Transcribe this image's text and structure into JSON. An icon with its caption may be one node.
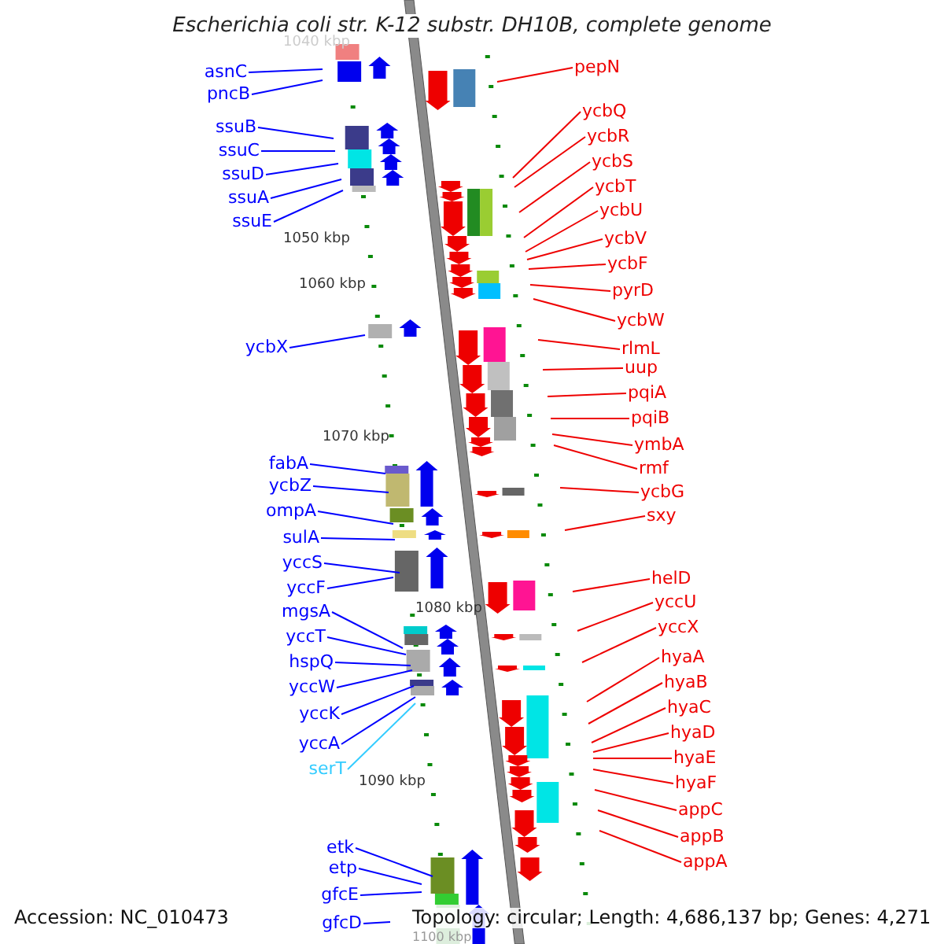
{
  "diagram": {
    "title": "Escherichia coli str. K-12 substr. DH10B, complete genome",
    "nodes": [
      {
        "text": [
          "asnC"
        ]
      },
      {
        "text": [
          "pncB"
        ]
      },
      {
        "text": [
          "ssuB"
        ]
      },
      {
        "text": [
          "ssuC"
        ]
      },
      {
        "text": [
          "ssuD"
        ]
      },
      {
        "text": [
          "ssuA"
        ]
      },
      {
        "text": [
          "ssuE"
        ]
      },
      {
        "text": [
          "ycbX"
        ]
      },
      {
        "text": [
          "fabA"
        ]
      },
      {
        "text": [
          "ycbZ"
        ]
      },
      {
        "text": [
          "ompA"
        ]
      },
      {
        "text": [
          "sulA"
        ]
      },
      {
        "text": [
          "yccS"
        ]
      },
      {
        "text": [
          "yccF"
        ]
      },
      {
        "text": [
          "mgsA"
        ]
      },
      {
        "text": [
          "yccT"
        ]
      },
      {
        "text": [
          "hspQ"
        ]
      },
      {
        "text": [
          "yccW"
        ]
      },
      {
        "text": [
          "yccK"
        ]
      },
      {
        "text": [
          "yccA"
        ]
      },
      {
        "text": [
          "serT"
        ]
      },
      {
        "text": [
          "etk"
        ]
      },
      {
        "text": [
          "etp"
        ]
      },
      {
        "text": [
          "gfcE"
        ]
      },
      {
        "text": [
          "gfcD"
        ]
      },
      {
        "text": [
          "pepN"
        ]
      },
      {
        "text": [
          "ycbQ"
        ]
      },
      {
        "text": [
          "ycbR"
        ]
      },
      {
        "text": [
          "ycbS"
        ]
      },
      {
        "text": [
          "ycbT"
        ]
      },
      {
        "text": [
          "ycbU"
        ]
      },
      {
        "text": [
          "ycbV"
        ]
      },
      {
        "text": [
          "ycbF"
        ]
      },
      {
        "text": [
          "pyrD"
        ]
      },
      {
        "text": [
          "ycbW"
        ]
      },
      {
        "text": [
          "rlmL"
        ]
      },
      {
        "text": [
          "uup"
        ]
      },
      {
        "text": [
          "pqiA"
        ]
      },
      {
        "text": [
          "pqiB"
        ]
      },
      {
        "text": [
          "ymbA"
        ]
      },
      {
        "text": [
          "rmf"
        ]
      },
      {
        "text": [
          "ycbG"
        ]
      },
      {
        "text": [
          "sxy"
        ]
      },
      {
        "text": [
          "helD"
        ]
      },
      {
        "text": [
          "yccU"
        ]
      },
      {
        "text": [
          "yccX"
        ]
      },
      {
        "text": [
          "hyaA"
        ]
      },
      {
        "text": [
          "hyaB"
        ]
      },
      {
        "text": [
          "hyaC"
        ]
      },
      {
        "text": [
          "hyaD"
        ]
      },
      {
        "text": [
          "hyaE"
        ]
      },
      {
        "text": [
          "hyaF"
        ]
      },
      {
        "text": [
          "appC"
        ]
      },
      {
        "text": [
          "appB"
        ]
      },
      {
        "text": [
          "appA"
        ]
      }
    ],
    "edges": [
      {
        "from": 0,
        "to": null,
        "arrow": "none",
        "color": "#0000ff"
      },
      {
        "from": 1,
        "to": null,
        "arrow": "none",
        "color": "#0000ff"
      },
      {
        "from": 2,
        "to": null,
        "arrow": "none",
        "color": "#0000ff"
      },
      {
        "from": 3,
        "to": null,
        "arrow": "none",
        "color": "#0000ff"
      },
      {
        "from": 4,
        "to": null,
        "arrow": "none",
        "color": "#0000ff"
      },
      {
        "from": 5,
        "to": null,
        "arrow": "none",
        "color": "#0000ff"
      },
      {
        "from": 6,
        "to": null,
        "arrow": "none",
        "color": "#0000ff"
      },
      {
        "from": 7,
        "to": null,
        "arrow": "none",
        "color": "#0000ff"
      },
      {
        "from": 8,
        "to": null,
        "arrow": "none",
        "color": "#0000ff"
      },
      {
        "from": 9,
        "to": null,
        "arrow": "none",
        "color": "#0000ff"
      },
      {
        "from": 10,
        "to": null,
        "arrow": "none",
        "color": "#0000ff"
      },
      {
        "from": 11,
        "to": null,
        "arrow": "none",
        "color": "#0000ff"
      },
      {
        "from": 12,
        "to": null,
        "arrow": "none",
        "color": "#0000ff"
      },
      {
        "from": 13,
        "to": null,
        "arrow": "none",
        "color": "#0000ff"
      },
      {
        "from": 14,
        "to": null,
        "arrow": "none",
        "color": "#0000ff"
      },
      {
        "from": 15,
        "to": null,
        "arrow": "none",
        "color": "#0000ff"
      },
      {
        "from": 16,
        "to": null,
        "arrow": "none",
        "color": "#0000ff"
      },
      {
        "from": 17,
        "to": null,
        "arrow": "none",
        "color": "#0000ff"
      },
      {
        "from": 18,
        "to": null,
        "arrow": "none",
        "color": "#0000ff"
      },
      {
        "from": 19,
        "to": null,
        "arrow": "none",
        "color": "#0000ff"
      },
      {
        "from": 20,
        "to": null,
        "arrow": "none",
        "color": "#33ccff"
      },
      {
        "from": 21,
        "to": null,
        "arrow": "none",
        "color": "#0000ff"
      },
      {
        "from": 22,
        "to": null,
        "arrow": "none",
        "color": "#0000ff"
      },
      {
        "from": 23,
        "to": null,
        "arrow": "none",
        "color": "#0000ff"
      },
      {
        "from": 24,
        "to": null,
        "arrow": "none",
        "color": "#0000ff"
      },
      {
        "from": 25,
        "to": null,
        "arrow": "none"
      },
      {
        "from": 26,
        "to": null,
        "arrow": "none"
      },
      {
        "from": 27,
        "to": null,
        "arrow": "none"
      },
      {
        "from": 28,
        "to": null,
        "arrow": "none"
      },
      {
        "from": 29,
        "to": null,
        "arrow": "none"
      },
      {
        "from": 30,
        "to": null,
        "arrow": "none"
      },
      {
        "from": 31,
        "to": null,
        "arrow": "none"
      },
      {
        "from": 32,
        "to": null,
        "arrow": "none"
      },
      {
        "from": 33,
        "to": null,
        "arrow": "none"
      },
      {
        "from": 34,
        "to": null,
        "arrow": "none"
      },
      {
        "from": 35,
        "to": null,
        "arrow": "none"
      },
      {
        "from": 36,
        "to": null,
        "arrow": "none"
      },
      {
        "from": 37,
        "to": null,
        "arrow": "none"
      },
      {
        "from": 38,
        "to": null,
        "arrow": "none"
      },
      {
        "from": 39,
        "to": null,
        "arrow": "none"
      },
      {
        "from": 40,
        "to": null,
        "arrow": "none"
      },
      {
        "from": 41,
        "to": null,
        "arrow": "none"
      },
      {
        "from": 42,
        "to": null,
        "arrow": "none"
      },
      {
        "from": 43,
        "to": null,
        "arrow": "none"
      },
      {
        "from": 44,
        "to": null,
        "arrow": "none"
      },
      {
        "from": 45,
        "to": null,
        "arrow": "none"
      },
      {
        "from": 46,
        "to": null,
        "arrow": "none"
      },
      {
        "from": 47,
        "to": null,
        "arrow": "none"
      },
      {
        "from": 48,
        "to": null,
        "arrow": "none"
      },
      {
        "from": 49,
        "to": null,
        "arrow": "none"
      },
      {
        "from": 50,
        "to": null,
        "arrow": "none"
      },
      {
        "from": 51,
        "to": null,
        "arrow": "none"
      },
      {
        "from": 52,
        "to": null,
        "arrow": "none"
      },
      {
        "from": 53,
        "to": null,
        "arrow": "none"
      },
      {
        "from": 54,
        "to": null,
        "arrow": "none"
      }
    ],
    "labels": [
      "1040 kbp",
      "1050 kbp",
      "1060 kbp",
      "1070 kbp",
      "1080 kbp",
      "1090 kbp",
      "Accession: NC_010473",
      "Topology: circular; Length: 4,686,137 bp; Genes: 4,271",
      "1100 kbp"
    ]
  }
}
